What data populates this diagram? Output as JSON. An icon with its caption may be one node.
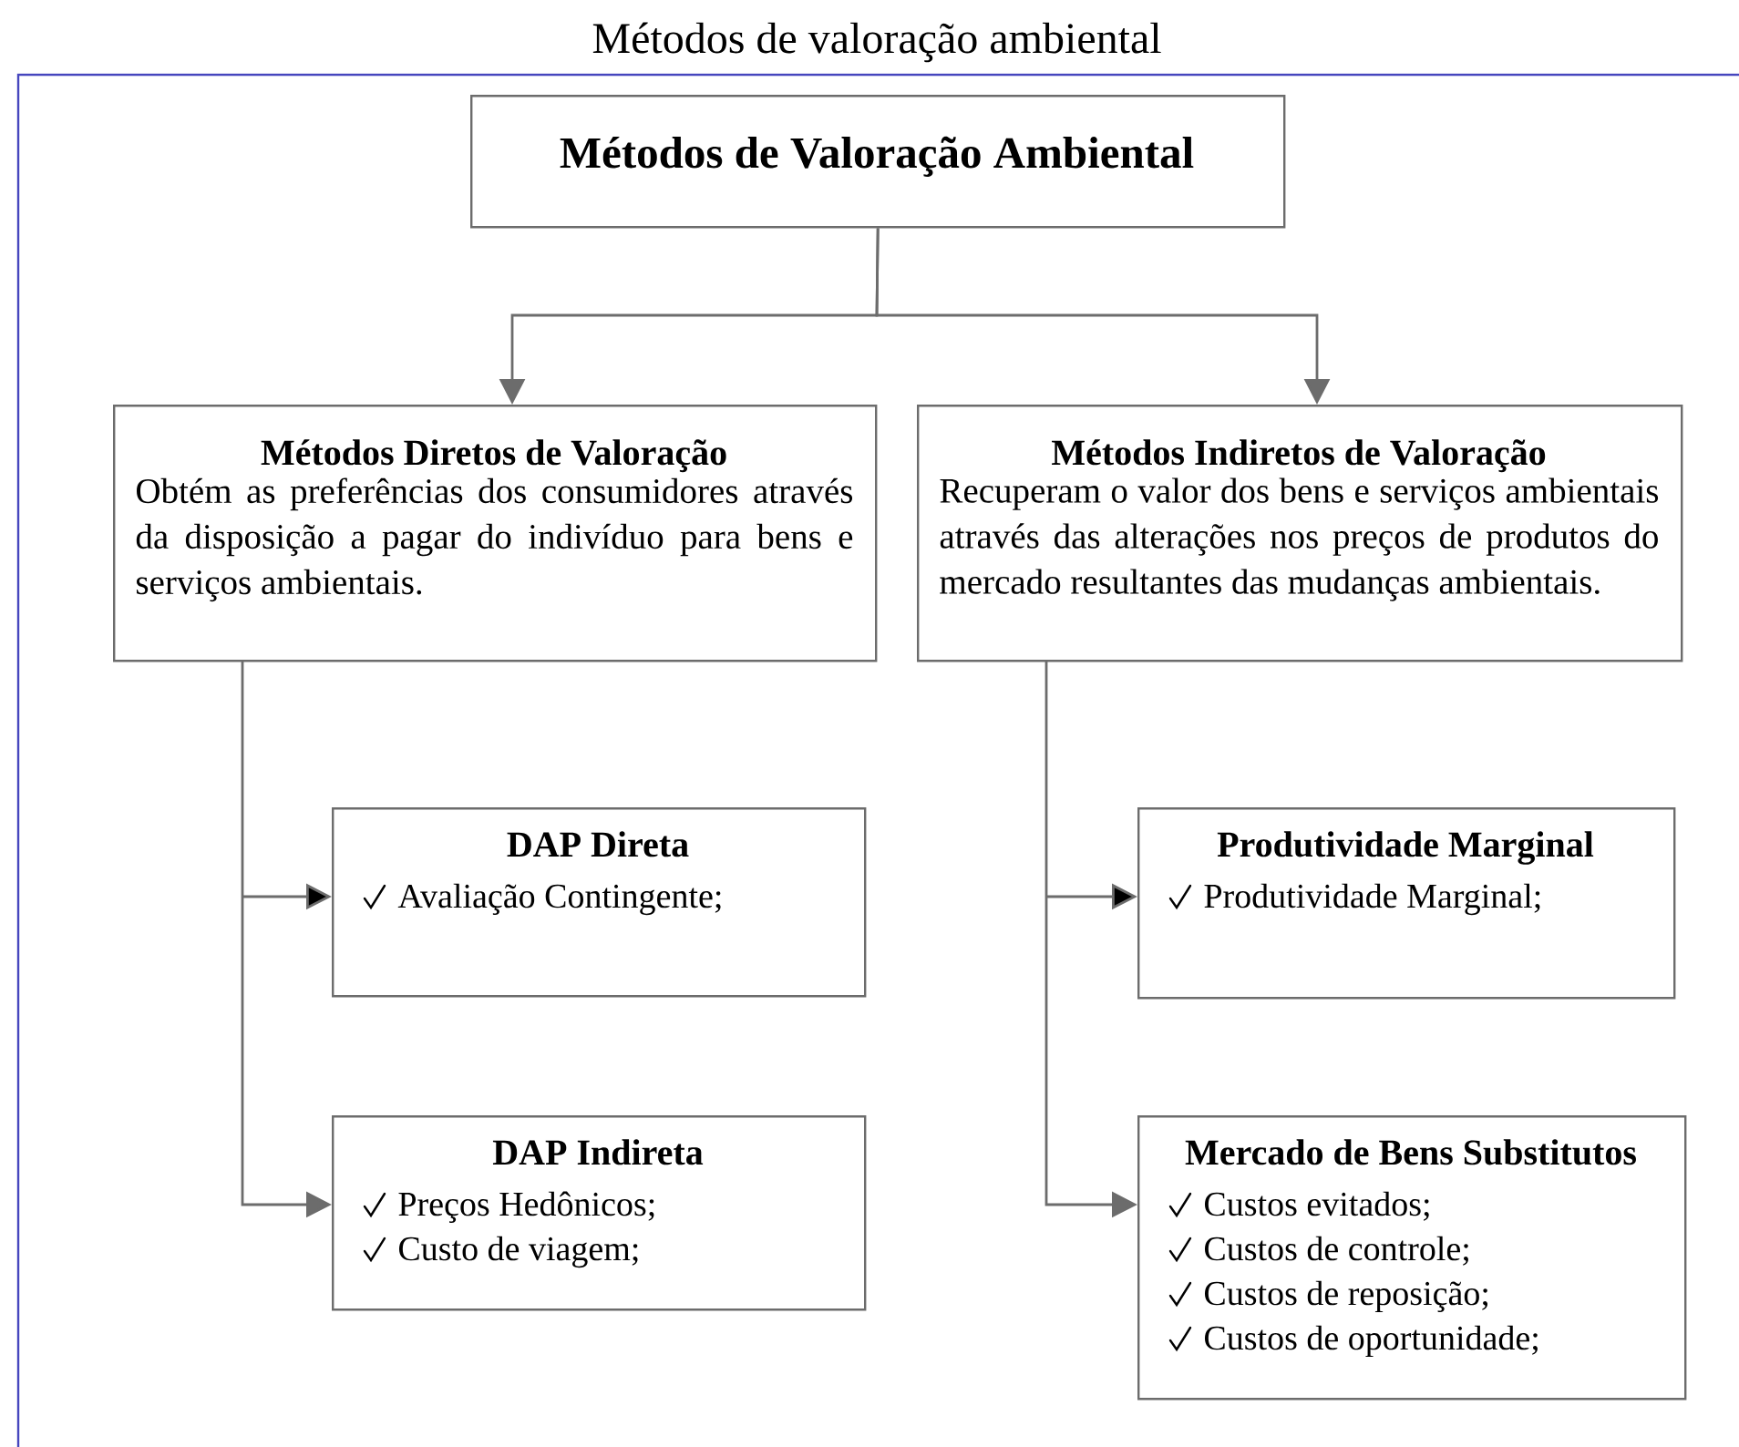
{
  "diagram": {
    "title": "Métodos de valoração ambiental",
    "nodes": [
      {
        "text": [
          "Métodos de Valoração Ambiental"
        ]
      },
      {
        "text": [
          "Métodos Diretos de Valoração",
          "Obtém as preferências dos consumidores através da disposição a pagar do indivíduo para bens e serviços ambientais."
        ]
      },
      {
        "text": [
          "Métodos Indiretos de Valoração",
          "Recuperam o valor dos bens e serviços ambientais através das alterações nos preços de produtos do mercado resultantes das mudanças ambientais."
        ]
      },
      {
        "text": [
          "DAP Direta",
          "Avaliação Contingente;"
        ]
      },
      {
        "text": [
          "DAP Indireta",
          "Preços Hedônicos;",
          "Custo de viagem;"
        ]
      },
      {
        "text": [
          "Produtividade Marginal",
          "Produtividade Marginal;"
        ]
      },
      {
        "text": [
          "Mercado de Bens Substitutos",
          "Custos evitados;",
          "Custos de controle;",
          "Custos de reposição;",
          "Custos de oportunidade;"
        ]
      }
    ],
    "edges": [
      {
        "from": 0,
        "to": 1,
        "arrow": "to"
      },
      {
        "from": 0,
        "to": 2,
        "arrow": "to"
      },
      {
        "from": 1,
        "to": 3,
        "arrow": "to"
      },
      {
        "from": 1,
        "to": 4,
        "arrow": "to"
      },
      {
        "from": 2,
        "to": 5,
        "arrow": "to"
      },
      {
        "from": 2,
        "to": 6,
        "arrow": "to"
      }
    ]
  }
}
